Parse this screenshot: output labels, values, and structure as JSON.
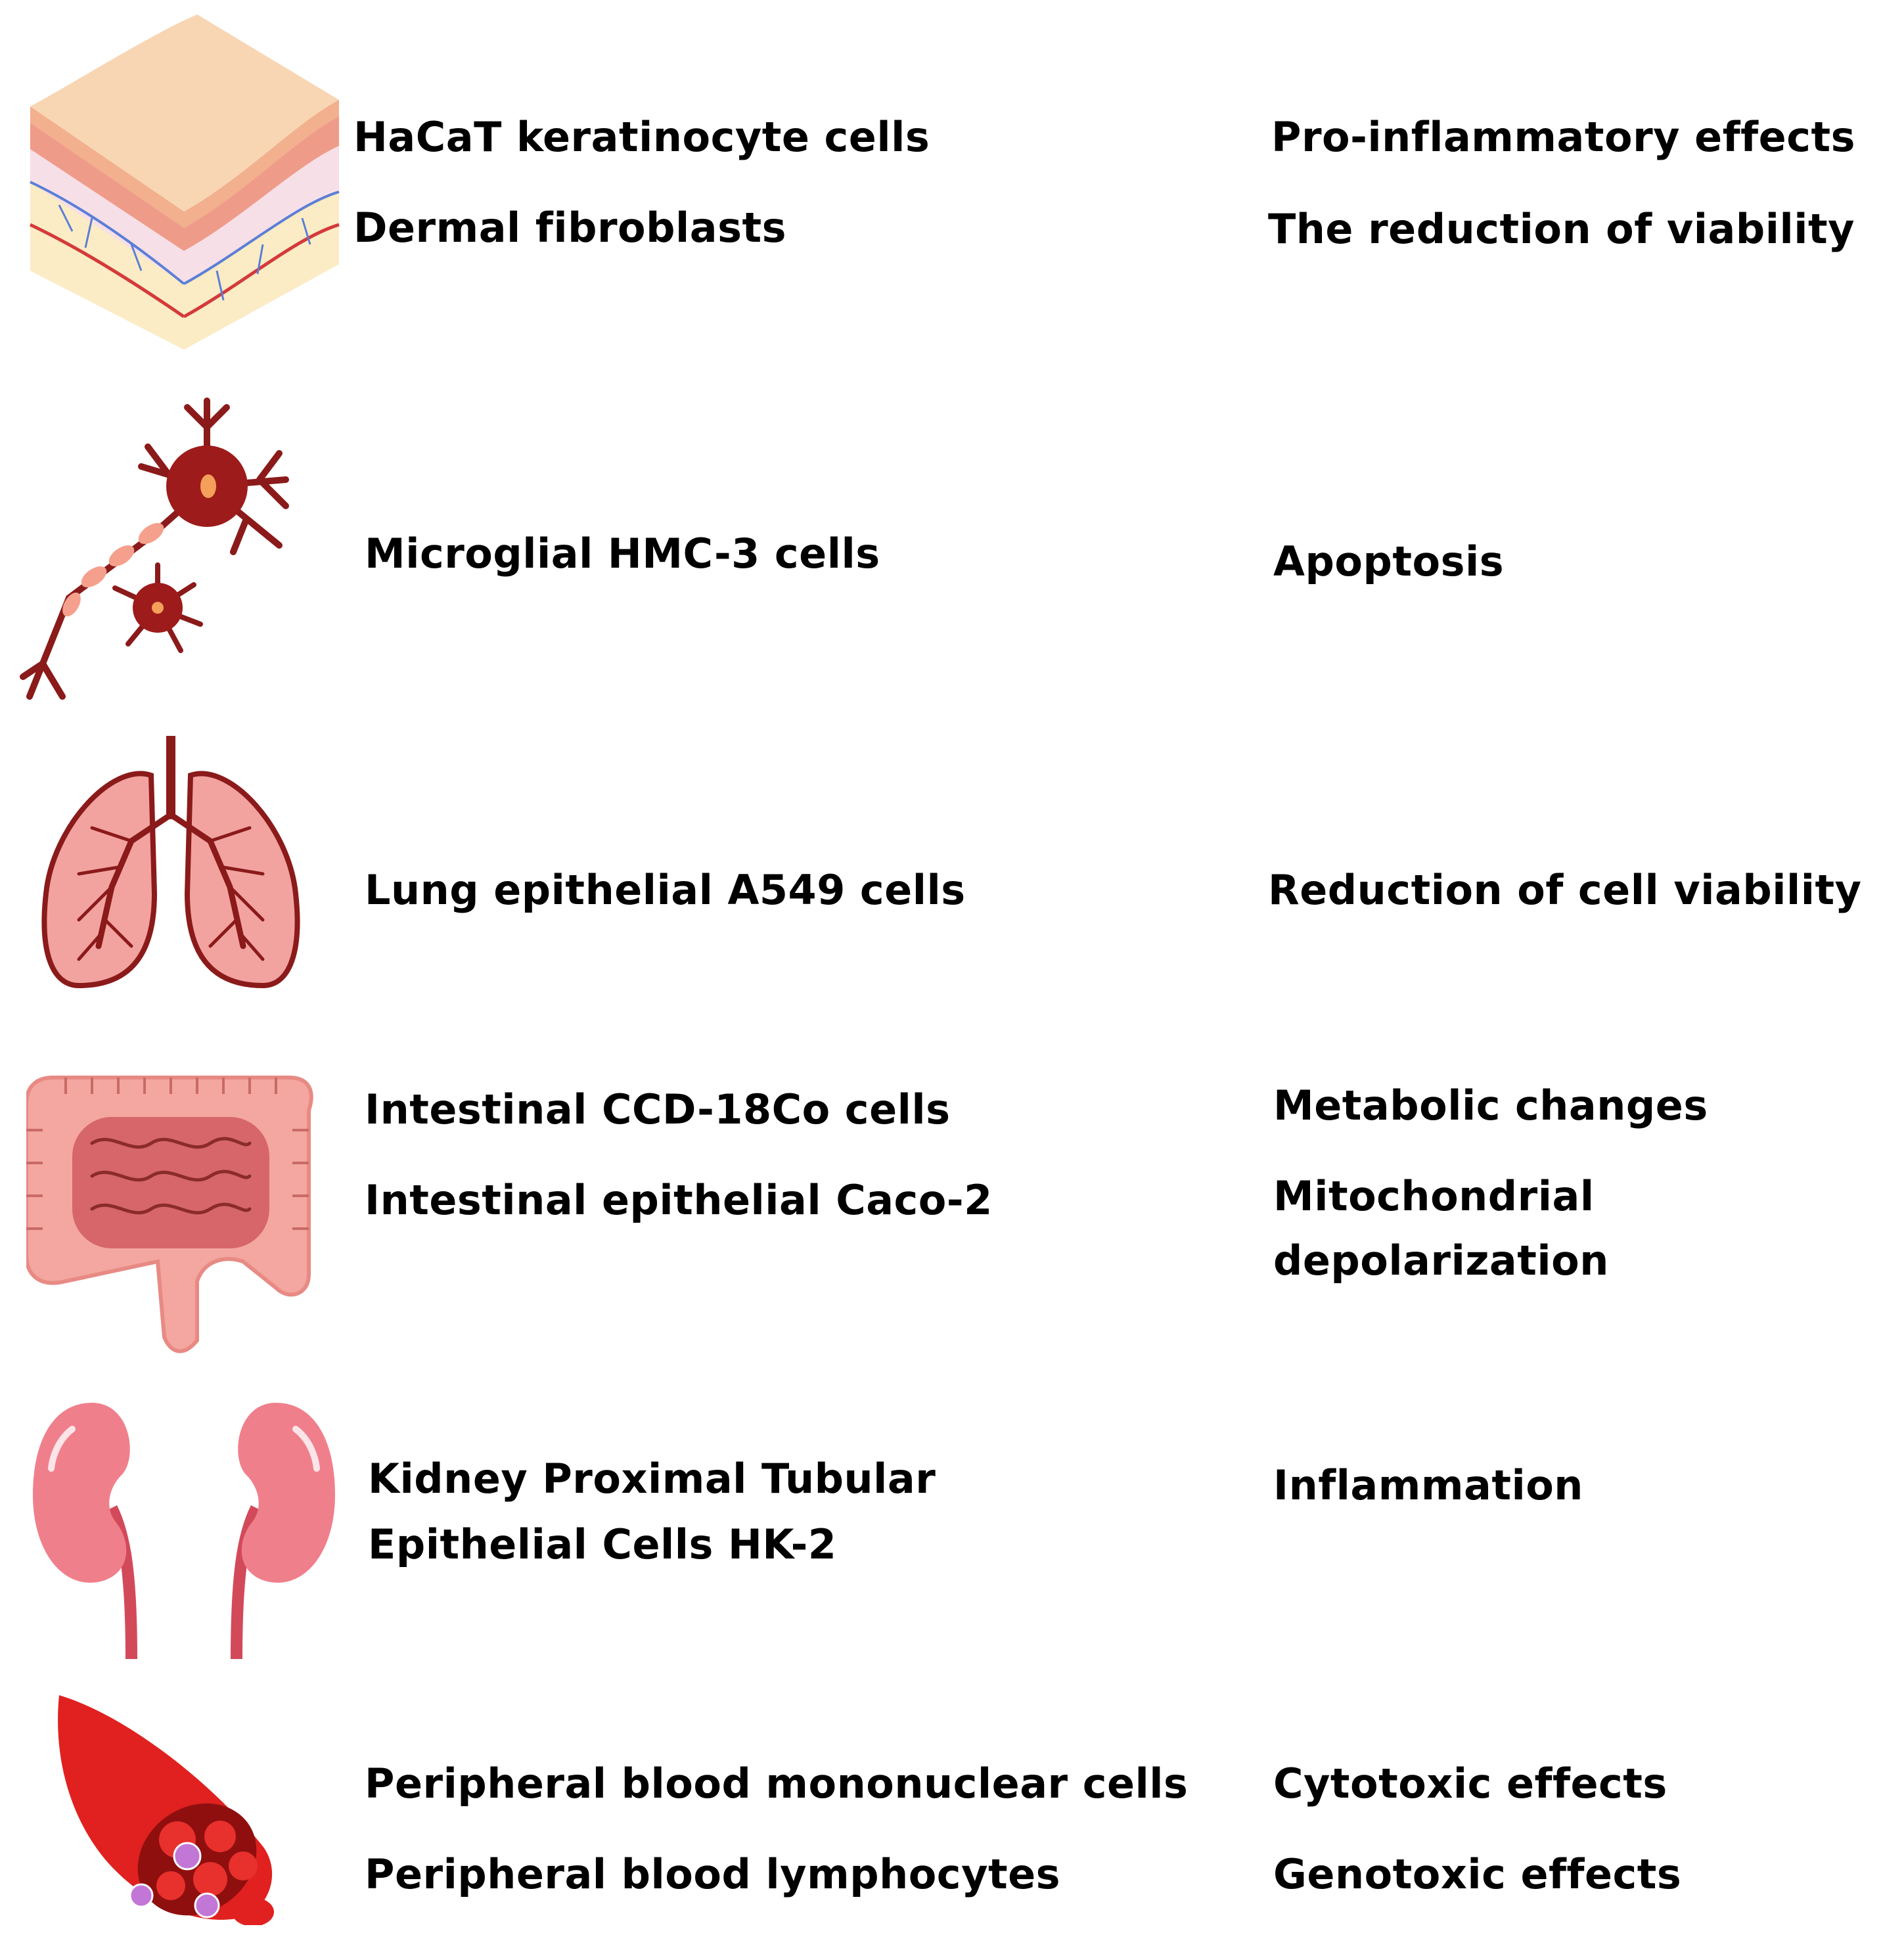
{
  "rows": [
    {
      "organ_icon": "skin-layers-icon",
      "cells": [
        "HaCaT keratinocyte cells",
        "Dermal fibroblasts"
      ],
      "effects": [
        "Pro-inflammatory effects",
        "The reduction of viability"
      ]
    },
    {
      "organ_icon": "neuron-icon",
      "cells": [
        "Microglial HMC-3 cells"
      ],
      "effects": [
        "Apoptosis"
      ]
    },
    {
      "organ_icon": "lungs-icon",
      "cells": [
        "Lung epithelial A549 cells"
      ],
      "effects": [
        "Reduction of cell viability"
      ]
    },
    {
      "organ_icon": "intestine-icon",
      "cells": [
        "Intestinal CCD-18Co cells",
        "Intestinal epithelial Caco-2"
      ],
      "effects": [
        "Metabolic changes",
        "Mitochondrial",
        "depolarization"
      ]
    },
    {
      "organ_icon": "kidneys-icon",
      "cells": [
        "Kidney Proximal Tubular",
        "Epithelial Cells HK-2"
      ],
      "effects": [
        "Inflammation"
      ]
    },
    {
      "organ_icon": "blood-vessel-icon",
      "cells": [
        "Peripheral blood mononuclear cells",
        "Peripheral blood lymphocytes"
      ],
      "effects": [
        "Cytotoxic effects",
        "Genotoxic effects"
      ]
    }
  ]
}
